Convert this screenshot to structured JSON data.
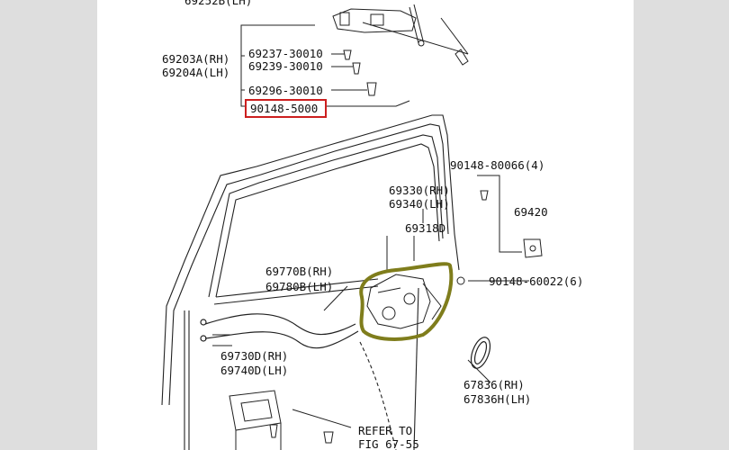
{
  "labels": {
    "top_partial": "69252B(LH)",
    "p69203a": "69203A(RH)",
    "p69204a": "69204A(LH)",
    "p69237": "69237-30010",
    "p69239": "69239-30010",
    "p69296": "69296-30010",
    "p90148_5000": "90148-5000",
    "p90148_80066": "90148-80066(4)",
    "p69330": "69330(RH)",
    "p69340": "69340(LH)",
    "p69318d": "69318D",
    "p69420": "69420",
    "p69770b": "69770B(RH)",
    "p69780b": "69780B(LH)",
    "p90148_60022": "90148-60022(6)",
    "p69730d": "69730D(RH)",
    "p69740d": "69740D(LH)",
    "p67836": "67836(RH)",
    "p67836h": "67836H(LH)",
    "refer_to": "REFER TO",
    "fig_ref": "FIG 67-55"
  },
  "highlights": {
    "box_color": "#cc1f1f",
    "ellipse_color": "#7f7d1c"
  }
}
